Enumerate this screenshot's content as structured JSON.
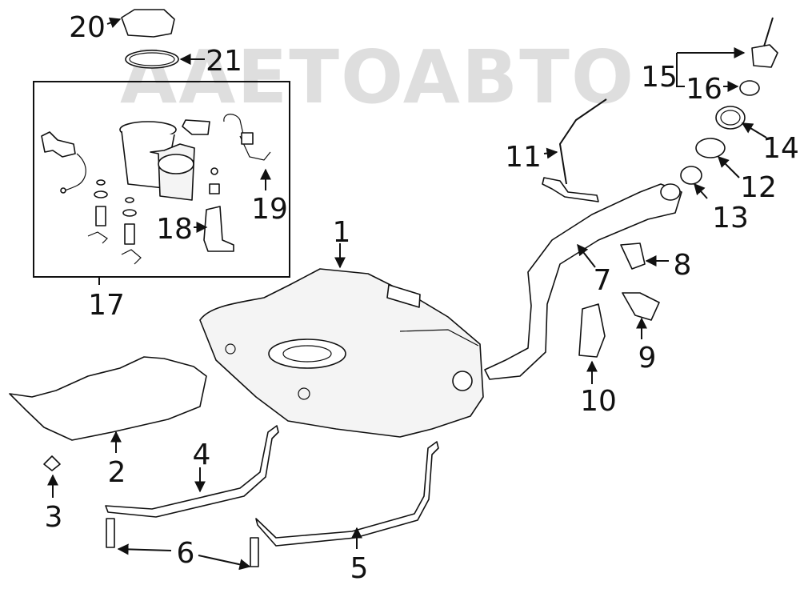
{
  "watermark": {
    "text": "AAETOABTO"
  },
  "callouts": {
    "c1": "1",
    "c2": "2",
    "c3": "3",
    "c4": "4",
    "c5": "5",
    "c6": "6",
    "c7": "7",
    "c8": "8",
    "c9": "9",
    "c10": "10",
    "c11": "11",
    "c12": "12",
    "c13": "13",
    "c14": "14",
    "c15": "15",
    "c16": "16",
    "c17": "17",
    "c18": "18",
    "c19": "19",
    "c20": "20",
    "c21": "21"
  }
}
